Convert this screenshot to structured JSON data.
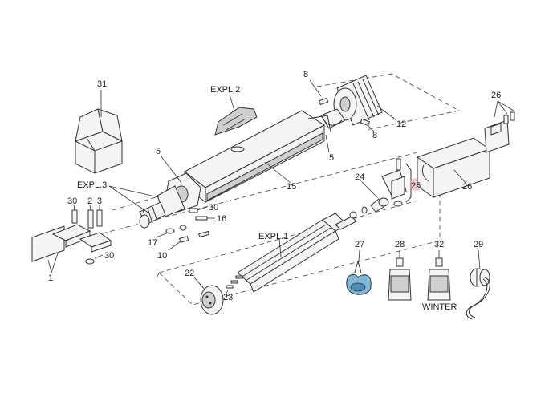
{
  "diagram": {
    "labels": {
      "l31": "31",
      "expl2": "EXPL.2",
      "l8a": "8",
      "l12": "12",
      "l8b": "8",
      "l5a": "5",
      "l5b": "5",
      "l15": "15",
      "l26a": "26",
      "expl3": "EXPL.3",
      "l30a": "30",
      "l2": "2",
      "l3": "3",
      "l30b": "30",
      "l16": "16",
      "l24": "24",
      "l25": "25",
      "l26b": "26",
      "l17": "17",
      "l10": "10",
      "expl1": "EXPL.1",
      "l30c": "30",
      "l1": "1",
      "l27": "27",
      "l28": "28",
      "l32": "32",
      "l29": "29",
      "l22": "22",
      "l23": "23",
      "winter": "WINTER"
    },
    "colors": {
      "highlight": "#f2a7a7",
      "line": "#333333",
      "bag": "#7fb7d6"
    }
  }
}
